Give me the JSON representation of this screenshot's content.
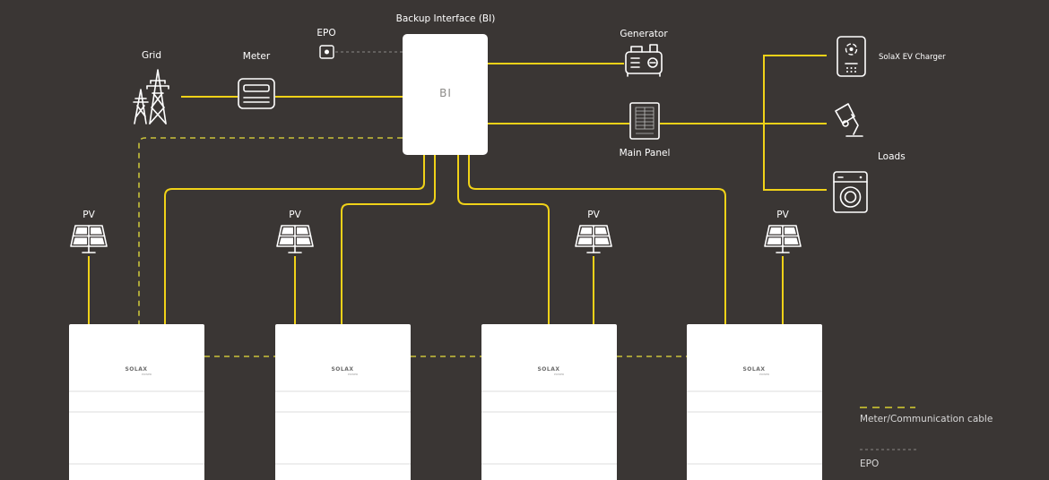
{
  "labels": {
    "grid": "Grid",
    "meter": "Meter",
    "epo": "EPO",
    "backup_interface": "Backup Interface (BI)",
    "bi_box": "BI",
    "generator": "Generator",
    "main_panel": "Main Panel",
    "ev_charger": "SolaX EV Charger",
    "loads": "Loads",
    "pv": [
      "PV",
      "PV",
      "PV",
      "PV"
    ],
    "battery_brand": [
      "SOLAX",
      "SOLAX",
      "SOLAX",
      "SOLAX"
    ],
    "battery_brand_sub": [
      "POWER",
      "POWER",
      "POWER",
      "POWER"
    ]
  },
  "legend": {
    "meter_comm": "Meter/Communication cable",
    "epo": "EPO"
  },
  "colors": {
    "background": "#3a3634",
    "power_cable": "#f0d218",
    "comm_cable": "#c9c23a",
    "epo_cable": "#8a8886",
    "unit_body": "#ffffff",
    "bi_text": "#8c8a88"
  },
  "icons": {
    "grid": "transmission-tower-icon",
    "meter": "meter-icon",
    "epo": "emergency-stop-icon",
    "generator": "generator-icon",
    "main_panel": "breaker-panel-icon",
    "ev_charger": "ev-charger-icon",
    "lamp": "lamp-icon",
    "washer": "washing-machine-icon",
    "pv": "solar-panel-icon"
  }
}
